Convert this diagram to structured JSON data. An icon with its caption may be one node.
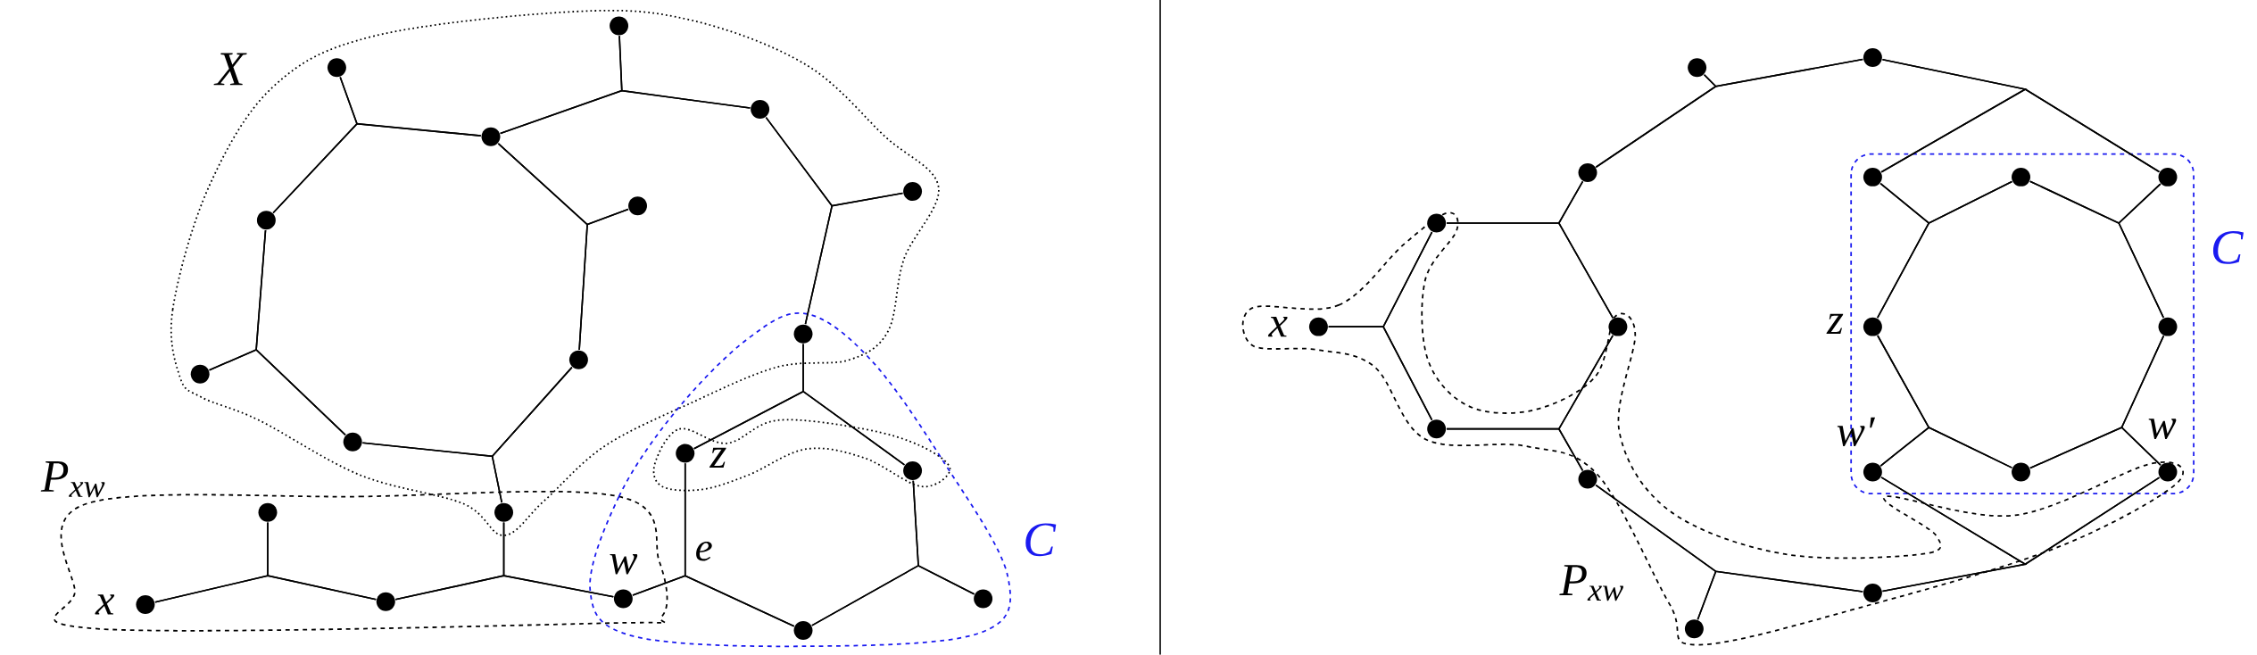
{
  "diagram": {
    "nodes": [
      {
        "text": [],
        "shape": "circle"
      },
      {
        "text": [],
        "shape": "circle"
      },
      {
        "text": [],
        "shape": "circle"
      },
      {
        "text": [],
        "shape": "circle"
      },
      {
        "text": [],
        "shape": "circle"
      },
      {
        "text": [],
        "shape": "circle"
      },
      {
        "text": [],
        "shape": "circle"
      },
      {
        "text": [],
        "shape": "circle"
      },
      {
        "text": [],
        "shape": "circle"
      },
      {
        "text": [],
        "shape": "circle"
      },
      {
        "text": [],
        "shape": "circle"
      },
      {
        "text": [],
        "shape": "circle",
        "beside": [
          "z"
        ]
      },
      {
        "text": [],
        "shape": "circle"
      },
      {
        "text": [],
        "shape": "circle"
      },
      {
        "text": [],
        "shape": "circle"
      },
      {
        "text": [],
        "shape": "circle",
        "beside": [
          "w"
        ]
      },
      {
        "text": [],
        "shape": "circle"
      },
      {
        "text": [],
        "shape": "circle"
      },
      {
        "text": [],
        "shape": "circle",
        "beside": [
          "x"
        ]
      },
      {
        "text": [],
        "shape": "circle"
      },
      {
        "text": [],
        "shape": "circle"
      },
      {
        "text": [],
        "shape": "circle"
      },
      {
        "text": [],
        "shape": "circle"
      },
      {
        "text": [],
        "shape": "circle"
      },
      {
        "text": [],
        "shape": "circle"
      },
      {
        "text": [],
        "shape": "circle"
      },
      {
        "text": [],
        "shape": "circle"
      },
      {
        "text": [],
        "shape": "circle",
        "beside": [
          "x"
        ]
      },
      {
        "text": [],
        "shape": "circle"
      },
      {
        "text": [],
        "shape": "circle",
        "beside": [
          "z"
        ]
      },
      {
        "text": [],
        "shape": "circle"
      },
      {
        "text": [],
        "shape": "circle"
      },
      {
        "text": [],
        "shape": "circle",
        "beside": [
          "w′"
        ]
      },
      {
        "text": [],
        "shape": "circle"
      },
      {
        "text": [],
        "shape": "circle",
        "beside": [
          "w"
        ]
      },
      {
        "text": [],
        "shape": "circle"
      },
      {
        "text": [],
        "shape": "circle"
      },
      {
        "text": [],
        "shape": "circle"
      }
    ],
    "edges": [
      {
        "from": 0,
        "to": 3,
        "arrow": "none"
      },
      {
        "from": 0,
        "to": 2,
        "arrow": "none"
      },
      {
        "from": 3,
        "to": 2,
        "arrow": "none"
      },
      {
        "from": 1,
        "to": 3,
        "arrow": "none"
      },
      {
        "from": 1,
        "to": 6,
        "arrow": "none"
      },
      {
        "from": 3,
        "to": 6,
        "arrow": "none"
      },
      {
        "from": 3,
        "to": 5,
        "arrow": "none"
      },
      {
        "from": 3,
        "to": 8,
        "arrow": "none"
      },
      {
        "from": 5,
        "to": 8,
        "arrow": "none"
      },
      {
        "from": 2,
        "to": 4,
        "arrow": "none"
      },
      {
        "from": 2,
        "to": 7,
        "arrow": "none"
      },
      {
        "from": 4,
        "to": 7,
        "arrow": "none"
      },
      {
        "from": 6,
        "to": 9,
        "arrow": "none"
      },
      {
        "from": 6,
        "to": 10,
        "arrow": "none"
      },
      {
        "from": 9,
        "to": 10,
        "arrow": "none"
      },
      {
        "from": 8,
        "to": 10,
        "arrow": "none"
      },
      {
        "from": 8,
        "to": 14,
        "arrow": "none"
      },
      {
        "from": 10,
        "to": 14,
        "arrow": "none"
      },
      {
        "from": 7,
        "to": 11,
        "arrow": "none"
      },
      {
        "from": 7,
        "to": 12,
        "arrow": "none"
      },
      {
        "from": 11,
        "to": 12,
        "arrow": "none"
      },
      {
        "from": 18,
        "to": 17,
        "arrow": "none"
      },
      {
        "from": 18,
        "to": 13,
        "arrow": "none"
      },
      {
        "from": 17,
        "to": 13,
        "arrow": "none"
      },
      {
        "from": 17,
        "to": 15,
        "arrow": "none"
      },
      {
        "from": 17,
        "to": 14,
        "arrow": "none"
      },
      {
        "from": 15,
        "to": 14,
        "arrow": "none"
      },
      {
        "from": 15,
        "to": 11,
        "arrow": "none"
      },
      {
        "from": 15,
        "to": 19,
        "arrow": "none"
      },
      {
        "from": 11,
        "to": 19,
        "arrow": "none"
      },
      {
        "from": 12,
        "to": 19,
        "arrow": "none"
      },
      {
        "from": 12,
        "to": 16,
        "arrow": "none"
      },
      {
        "from": 19,
        "to": 16,
        "arrow": "none"
      },
      {
        "from": 21,
        "to": 20,
        "arrow": "none"
      },
      {
        "from": 21,
        "to": 22,
        "arrow": "none"
      },
      {
        "from": 20,
        "to": 22,
        "arrow": "none"
      },
      {
        "from": 20,
        "to": 23,
        "arrow": "none"
      },
      {
        "from": 20,
        "to": 25,
        "arrow": "none"
      },
      {
        "from": 23,
        "to": 25,
        "arrow": "none"
      },
      {
        "from": 22,
        "to": 26,
        "arrow": "none"
      },
      {
        "from": 22,
        "to": 28,
        "arrow": "none"
      },
      {
        "from": 26,
        "to": 28,
        "arrow": "none"
      },
      {
        "from": 27,
        "to": 26,
        "arrow": "none"
      },
      {
        "from": 27,
        "to": 31,
        "arrow": "none"
      },
      {
        "from": 26,
        "to": 31,
        "arrow": "none"
      },
      {
        "from": 31,
        "to": 28,
        "arrow": "none"
      },
      {
        "from": 31,
        "to": 35,
        "arrow": "none"
      },
      {
        "from": 28,
        "to": 35,
        "arrow": "none"
      },
      {
        "from": 23,
        "to": 24,
        "arrow": "none"
      },
      {
        "from": 23,
        "to": 29,
        "arrow": "none"
      },
      {
        "from": 24,
        "to": 29,
        "arrow": "none"
      },
      {
        "from": 24,
        "to": 25,
        "arrow": "none"
      },
      {
        "from": 24,
        "to": 30,
        "arrow": "none"
      },
      {
        "from": 25,
        "to": 30,
        "arrow": "none"
      },
      {
        "from": 30,
        "to": 33,
        "arrow": "none"
      },
      {
        "from": 30,
        "to": 34,
        "arrow": "none"
      },
      {
        "from": 33,
        "to": 34,
        "arrow": "none"
      },
      {
        "from": 29,
        "to": 33,
        "arrow": "none"
      },
      {
        "from": 29,
        "to": 32,
        "arrow": "none"
      },
      {
        "from": 33,
        "to": 32,
        "arrow": "none"
      },
      {
        "from": 32,
        "to": 34,
        "arrow": "none"
      },
      {
        "from": 32,
        "to": 36,
        "arrow": "none"
      },
      {
        "from": 34,
        "to": 36,
        "arrow": "none"
      },
      {
        "from": 35,
        "to": 37,
        "arrow": "none"
      },
      {
        "from": 35,
        "to": 36,
        "arrow": "none"
      },
      {
        "from": 37,
        "to": 36,
        "arrow": "none"
      }
    ],
    "labels": [
      "X",
      "P$_{xw}$",
      "e",
      "C",
      "C",
      "P$_{xw}$"
    ]
  }
}
